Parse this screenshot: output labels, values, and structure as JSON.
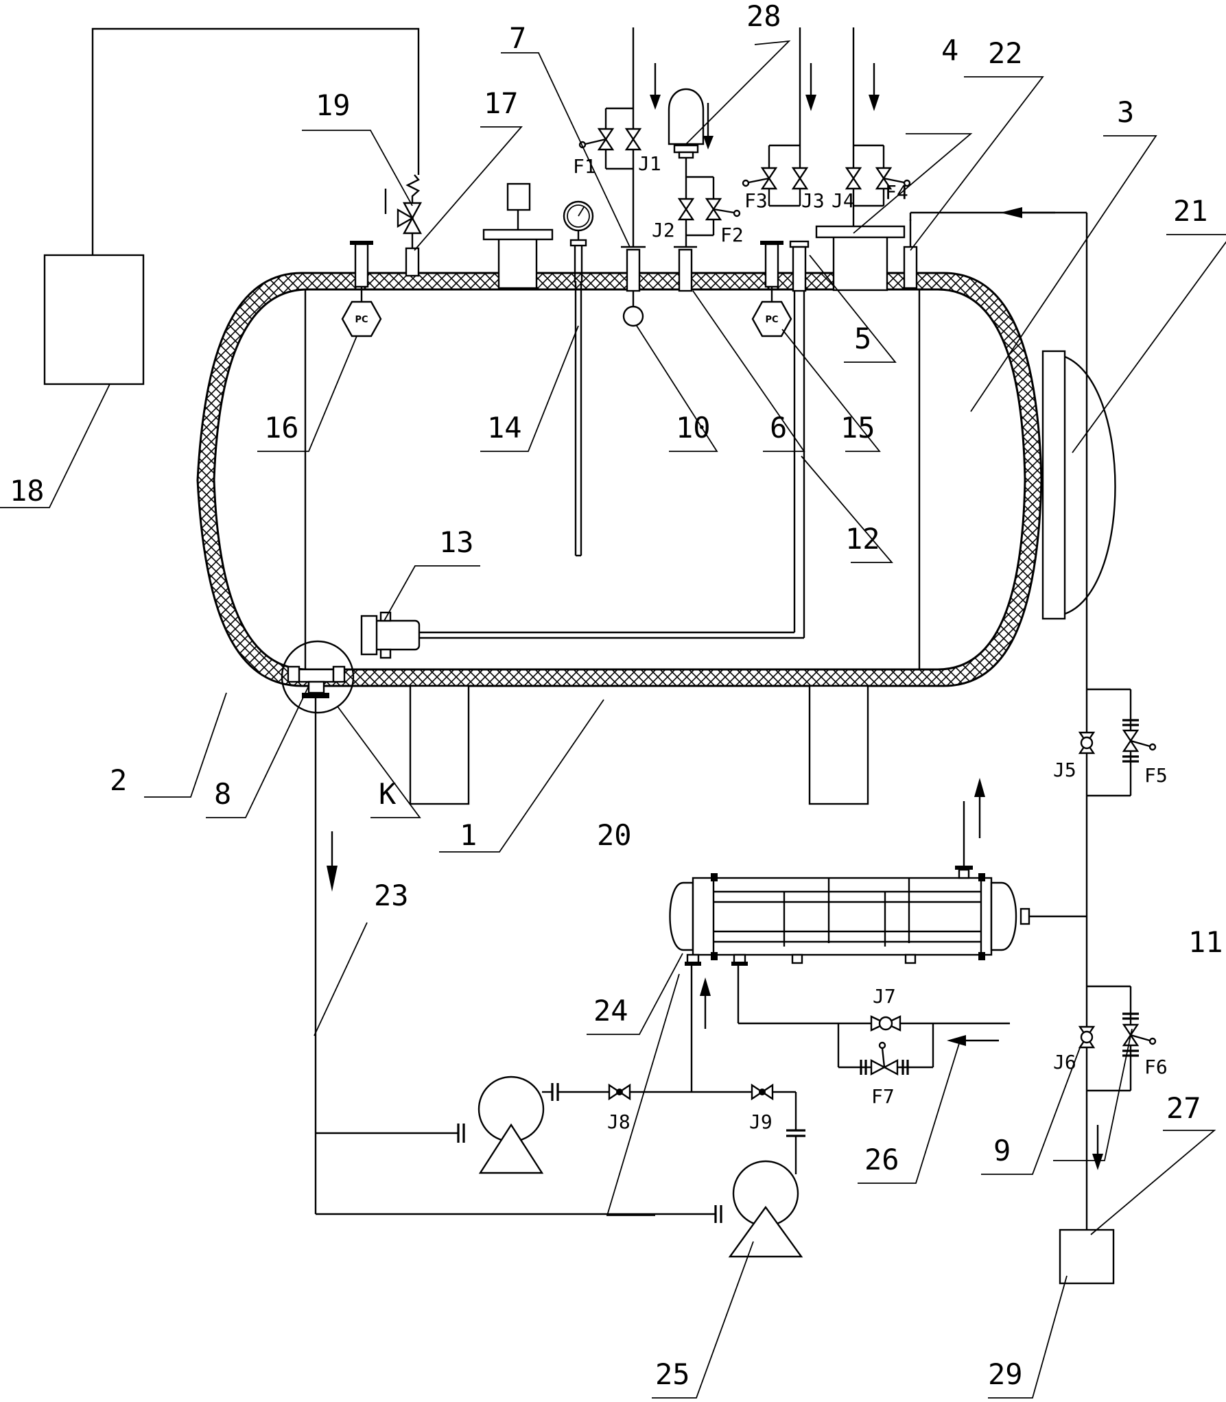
{
  "labels": {
    "n1": "1",
    "n2": "2",
    "n3": "3",
    "n4": "4",
    "n5": "5",
    "n6": "6",
    "n7": "7",
    "n8": "8",
    "n9": "9",
    "n10": "10",
    "n11": "11",
    "n12": "12",
    "n13": "13",
    "n14": "14",
    "n15": "15",
    "n16": "16",
    "n17": "17",
    "n18": "18",
    "n19": "19",
    "n20": "20",
    "n21": "21",
    "n22": "22",
    "n23": "23",
    "n24": "24",
    "n25": "25",
    "n26": "26",
    "n27": "27",
    "n28": "28",
    "n29": "29",
    "k": "K"
  },
  "valves": {
    "f1": "F1",
    "j1": "J1",
    "f2": "F2",
    "j2": "J2",
    "f3": "F3",
    "j3": "J3",
    "j4": "J4",
    "f4": "F4",
    "j5": "J5",
    "f5": "F5",
    "j6": "J6",
    "f6": "F6",
    "j7": "J7",
    "f7": "F7",
    "j8": "J8",
    "j9": "J9"
  },
  "sensors": {
    "pc_left": "PC",
    "pc_right": "PC"
  }
}
